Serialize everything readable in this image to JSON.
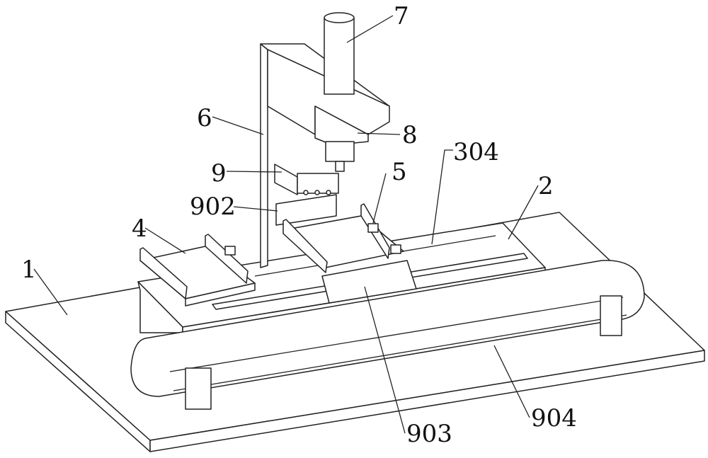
{
  "figure": {
    "labels": {
      "l7": "7",
      "l6": "6",
      "l8": "8",
      "l304": "304",
      "l5": "5",
      "l2": "2",
      "l9": "9",
      "l902": "902",
      "l4": "4",
      "l1": "1",
      "l903": "903",
      "l904": "904"
    }
  }
}
